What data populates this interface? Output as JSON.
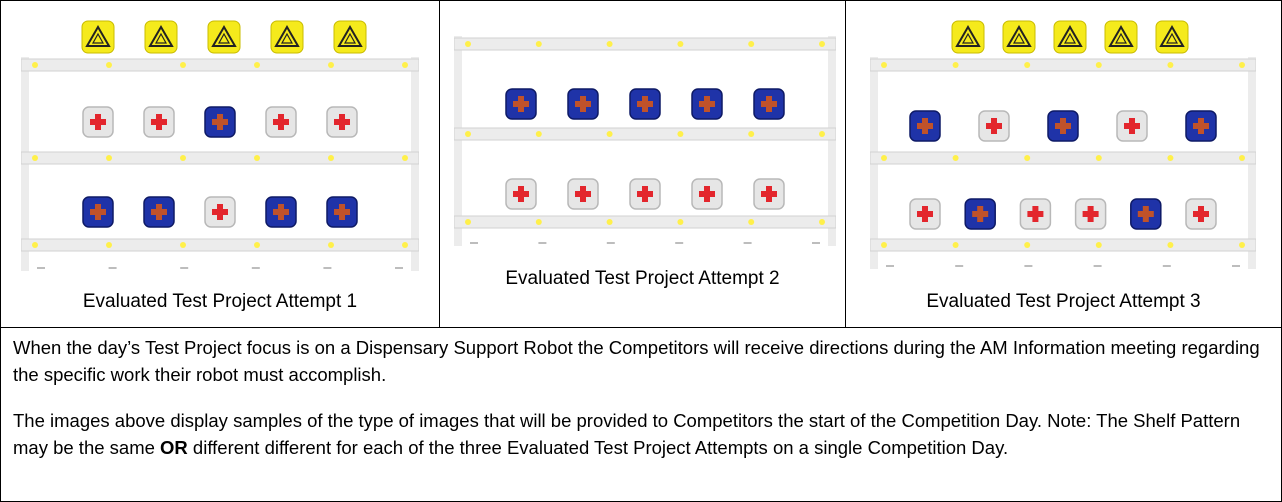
{
  "attempts": [
    {
      "caption": "Evaluated Test Project Attempt 1",
      "has_warnings": true,
      "upper_row": [
        "white",
        "white",
        "blue",
        "white",
        "white"
      ],
      "lower_row": [
        "blue",
        "blue",
        "white",
        "blue",
        "blue"
      ]
    },
    {
      "caption": "Evaluated Test Project Attempt 2",
      "has_warnings": false,
      "upper_row": [
        "blue",
        "blue",
        "blue",
        "blue",
        "blue"
      ],
      "lower_row": [
        "white",
        "white",
        "white",
        "white",
        "white"
      ]
    },
    {
      "caption": "Evaluated Test Project Attempt 3",
      "has_warnings": true,
      "upper_row": [
        "blue",
        "white",
        "blue",
        "white",
        "blue"
      ],
      "lower_row": [
        "white",
        "blue",
        "white",
        "white",
        "blue",
        "white"
      ]
    }
  ],
  "colors": {
    "warning_fill": "#f5ea1c",
    "blue_box": "#1f33a8",
    "white_box": "#e6e6e6",
    "red_cross": "#e3262d",
    "shelf_frame": "#ececec",
    "led": "#fff04a"
  },
  "paragraph1": "When the day’s Test Project focus is on a Dispensary Support Robot the Competitors will receive directions during the AM Information meeting regarding the specific work their robot must accomplish.",
  "paragraph2": {
    "part1": "The images above display samples of the type of images that will be provided to Competitors the start of the Competition Day. Note: The Shelf Pattern may be the same ",
    "bold": "OR",
    "part2": " different different for each of the three Evaluated Test Project Attempts on a single Competition Day."
  }
}
